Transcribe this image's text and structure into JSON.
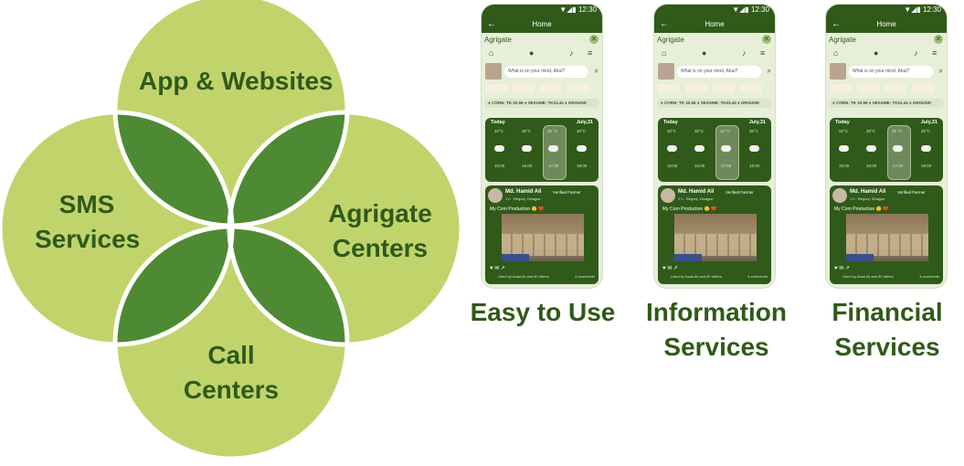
{
  "venn": {
    "top_label": "App & Websites",
    "left_label": [
      "SMS",
      "Services"
    ],
    "right_label": [
      "Agrigate",
      "Centers"
    ],
    "bottom_label": [
      "Call",
      "Centers"
    ],
    "colors": {
      "circle": "#c1d46c",
      "petal": "#4e8a33",
      "text": "#2f5a19"
    }
  },
  "phones": [
    {
      "caption": [
        "Easy to Use"
      ]
    },
    {
      "caption": [
        "Information",
        "Services"
      ]
    },
    {
      "caption": [
        "Financial",
        "Services"
      ]
    }
  ],
  "phone_screen": {
    "status_icons": "▼◢▮ 12:30",
    "title": "Home",
    "brand": "Agrigate",
    "search_placeholder": "What is on your mind, Abul?",
    "ticker": "● CORN: TK 32.56 ● SESAME: TK23.44 ● GROUND",
    "weather": {
      "today": "Today",
      "date": "July,31",
      "temps": [
        "32°C",
        "30°C",
        "32 °C",
        "30°C"
      ],
      "times": [
        "15:00",
        "16:00",
        "17:00",
        "18:00"
      ]
    },
    "post": {
      "name": "Md. Hamid Ali",
      "verified": "Verified Farmer",
      "location": "1 h · Birgonj, Dinajpur",
      "caption": "My Corn Production 🙂 ❤️",
      "liked_by": "Liked by Asad Ali and 50 others",
      "comments": "4 comments"
    }
  }
}
